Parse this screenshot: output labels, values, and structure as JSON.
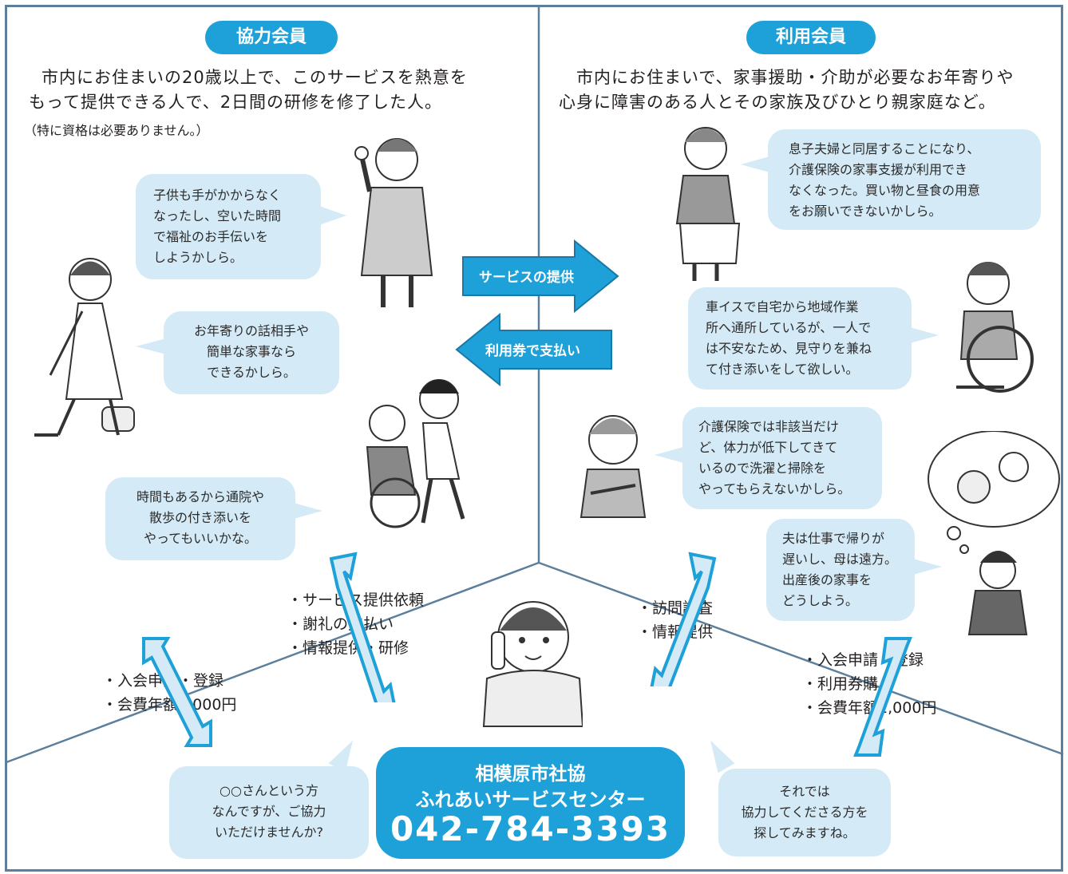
{
  "colors": {
    "accent": "#1ea1d8",
    "bubble": "#d4eaf6",
    "frame": "#5b7f9c"
  },
  "left": {
    "heading": "協力会員",
    "intro_line1": "市内にお住まいの20歳以上で、このサービスを熱意を",
    "intro_line2": "もって提供できる人で、2日間の研修を修了した人。",
    "note": "（特に資格は必要ありません。）",
    "bubble1": [
      "子供も手がかからなく",
      "なったし、空いた時間",
      "で福祉のお手伝いを",
      "しようかしら。"
    ],
    "bubble2": [
      "お年寄りの話相手や",
      "簡単な家事なら",
      "できるかしら。"
    ],
    "bubble3": [
      "時間もあるから通院や",
      "散歩の付き添いを",
      "やってもいいかな。"
    ],
    "list_upper": [
      "サービス提供依頼",
      "謝礼の支払い",
      "情報提供・研修"
    ],
    "list_lower": [
      "入会申請・登録",
      "会費年額1,000円"
    ]
  },
  "right": {
    "heading": "利用会員",
    "intro_line1": "市内にお住まいで、家事援助・介助が必要なお年寄りや",
    "intro_line2": "心身に障害のある人とその家族及びひとり親家庭など。",
    "bubble1": [
      "息子夫婦と同居することになり、",
      "介護保険の家事支援が利用でき",
      "なくなった。買い物と昼食の用意",
      "をお願いできないかしら。"
    ],
    "bubble2": [
      "車イスで自宅から地域作業",
      "所へ通所しているが、一人で",
      "は不安なため、見守りを兼ね",
      "て付き添いをして欲しい。"
    ],
    "bubble3": [
      "介護保険では非該当だけ",
      "ど、体力が低下してきて",
      "いるので洗濯と掃除を",
      "やってもらえないかしら。"
    ],
    "bubble4": [
      "夫は仕事で帰りが",
      "遅いし、母は遠方。",
      "出産後の家事を",
      "どうしよう。"
    ],
    "list_upper": [
      "訪問調査",
      "情報提供"
    ],
    "list_lower": [
      "入会申請・登録",
      "利用券購入",
      "会費年額1,000円"
    ]
  },
  "arrows": {
    "service": "サービスの提供",
    "payment": "利用券で支払い"
  },
  "center": {
    "line1": "相模原市社協",
    "line2": "ふれあいサービスセンター",
    "phone": "042-784-3393",
    "bubble_left": [
      "○○さんという方",
      "なんですが、ご協力",
      "いただけませんか?"
    ],
    "bubble_right": [
      "それでは",
      "協力してくださる方を",
      "探してみますね。"
    ]
  }
}
